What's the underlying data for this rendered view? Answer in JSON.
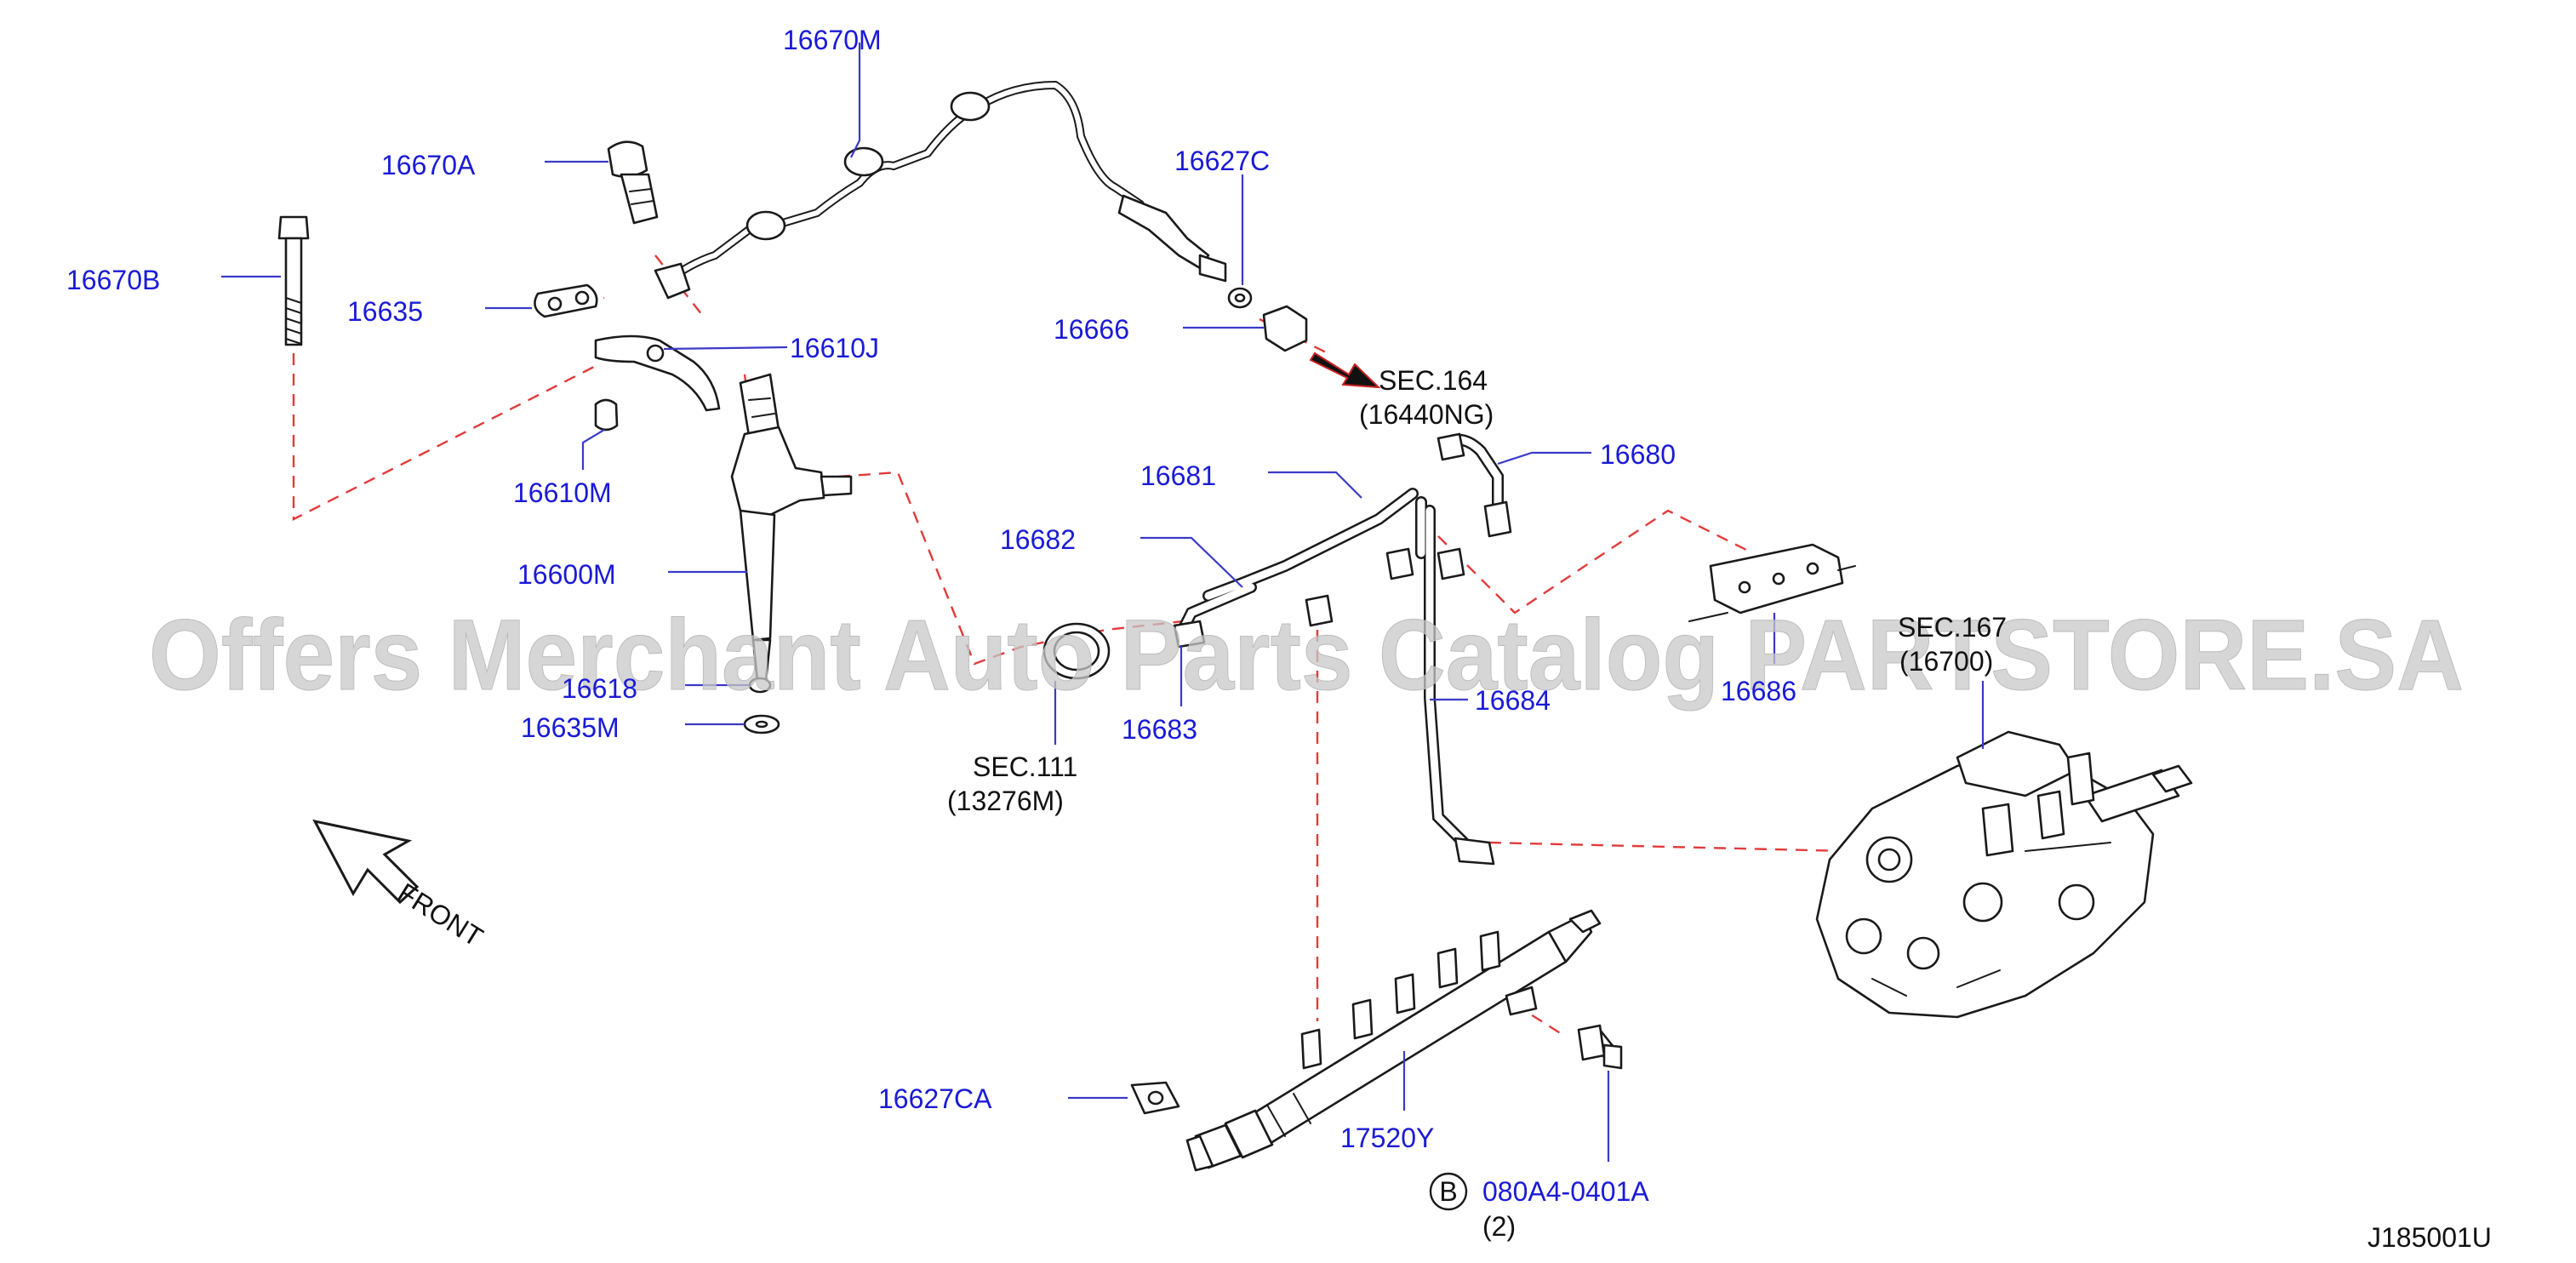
{
  "diagram_code": "J185001U",
  "watermark": "Offers Merchant Auto Parts Catalog PARTSTORE.SA",
  "front_label": "FRONT",
  "part_labels": {
    "p16670M": "16670M",
    "p16670A": "16670A",
    "p16670B": "16670B",
    "p16635": "16635",
    "p16610J": "16610J",
    "p16610M": "16610M",
    "p16600M": "16600M",
    "p16618": "16618",
    "p16635M": "16635M",
    "p16627C": "16627C",
    "p16666": "16666",
    "p16680": "16680",
    "p16681": "16681",
    "p16682": "16682",
    "p16683": "16683",
    "p16684": "16684",
    "p16686": "16686",
    "p16627CA": "16627CA",
    "p17520Y": "17520Y",
    "p080A4": "080A4-0401A",
    "qty_080A4": "(2)",
    "circle_B": "B"
  },
  "section_refs": {
    "sec164_title": "SEC.164",
    "sec164_part": "(16440NG)",
    "sec111_title": "SEC.111",
    "sec111_part": "(13276M)",
    "sec167_title": "SEC.167",
    "sec167_part": "(16700)"
  }
}
